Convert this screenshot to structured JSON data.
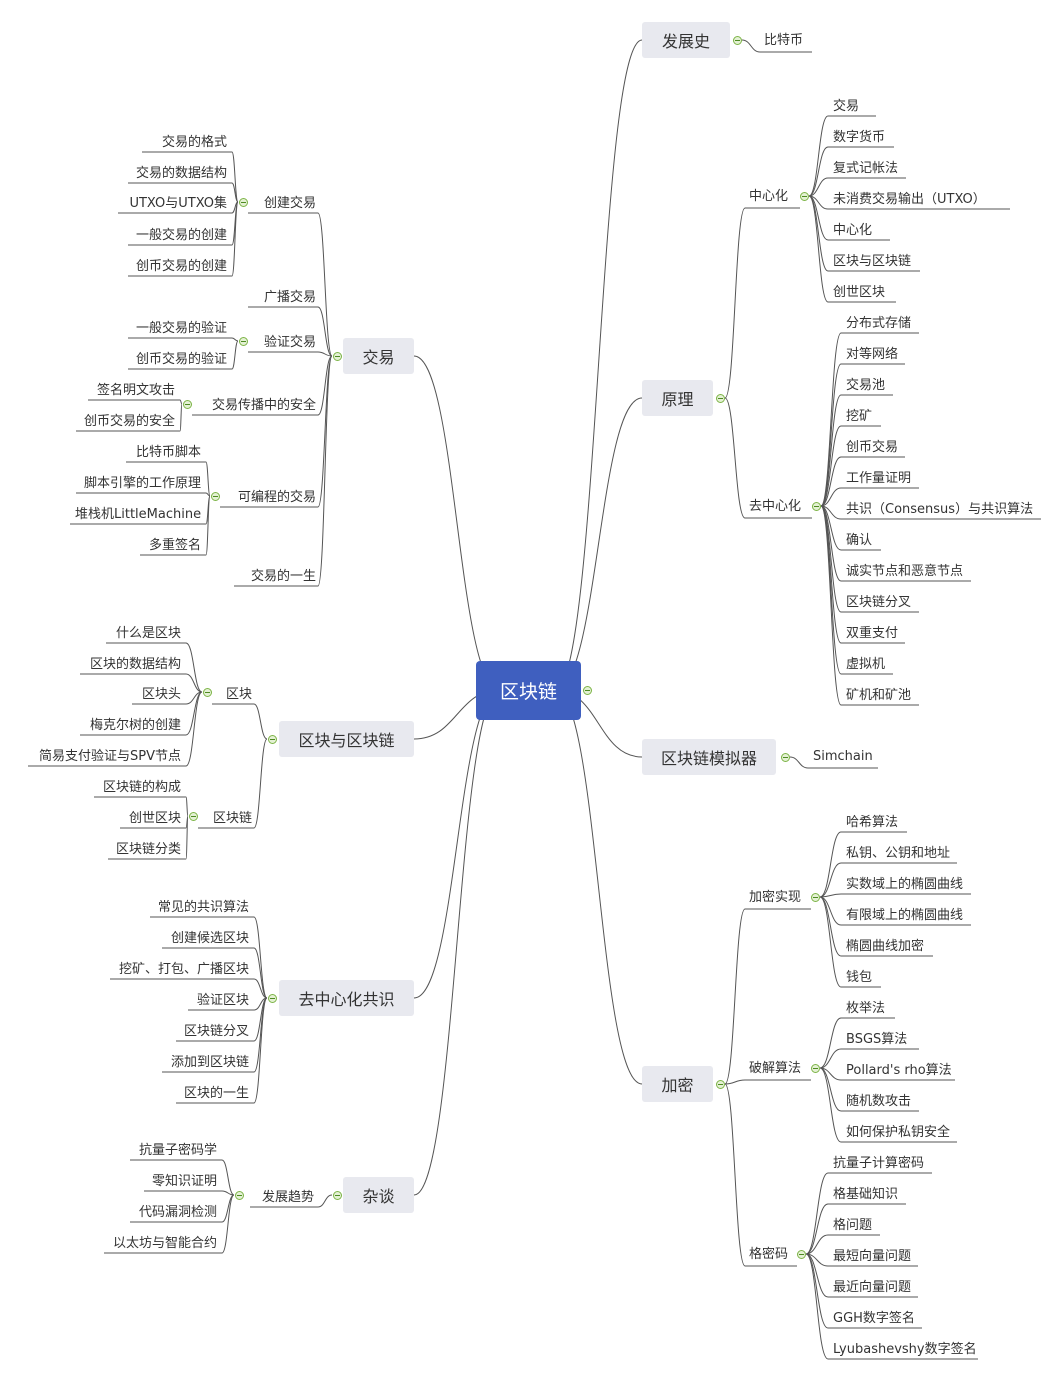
{
  "central": "区块链",
  "right": [
    {
      "label": "发展史",
      "children": [
        {
          "label": "比特币"
        }
      ]
    },
    {
      "label": "原理",
      "children": [
        {
          "label": "中心化",
          "children": [
            "交易",
            "数字货币",
            "复式记帐法",
            "未消费交易输出（UTXO）",
            "中心化",
            "区块与区块链",
            "创世区块"
          ]
        },
        {
          "label": "去中心化",
          "children": [
            "分布式存储",
            "对等网络",
            "交易池",
            "挖矿",
            "创币交易",
            "工作量证明",
            "共识（Consensus）与共识算法",
            "确认",
            "诚实节点和恶意节点",
            "区块链分叉",
            "双重支付",
            "虚拟机",
            "矿机和矿池"
          ]
        }
      ]
    },
    {
      "label": "区块链模拟器",
      "children": [
        {
          "label": "Simchain"
        }
      ]
    },
    {
      "label": "加密",
      "children": [
        {
          "label": "加密实现",
          "children": [
            "哈希算法",
            "私钥、公钥和地址",
            "实数域上的椭圆曲线",
            "有限域上的椭圆曲线",
            "椭圆曲线加密",
            "钱包"
          ]
        },
        {
          "label": "破解算法",
          "children": [
            "枚举法",
            "BSGS算法",
            "Pollard's rho算法",
            "随机数攻击",
            "如何保护私钥安全"
          ]
        },
        {
          "label": "格密码",
          "children": [
            "抗量子计算密码",
            "格基础知识",
            "格问题",
            "最短向量问题",
            "最近向量问题",
            "GGH数字签名",
            "Lyubashevshy数字签名"
          ]
        }
      ]
    }
  ],
  "left": [
    {
      "label": "交易",
      "children": [
        {
          "label": "创建交易",
          "children": [
            "交易的格式",
            "交易的数据结构",
            "UTXO与UTXO集",
            "一般交易的创建",
            "创币交易的创建"
          ]
        },
        {
          "label": "广播交易"
        },
        {
          "label": "验证交易",
          "children": [
            "一般交易的验证",
            "创币交易的验证"
          ]
        },
        {
          "label": "交易传播中的安全",
          "children": [
            "签名明文攻击",
            "创币交易的安全"
          ]
        },
        {
          "label": "可编程的交易",
          "children": [
            "比特币脚本",
            "脚本引擎的工作原理",
            "堆栈机LittleMachine",
            "多重签名"
          ]
        },
        {
          "label": "交易的一生"
        }
      ]
    },
    {
      "label": "区块与区块链",
      "children": [
        {
          "label": "区块",
          "children": [
            "什么是区块",
            "区块的数据结构",
            "区块头",
            "梅克尔树的创建",
            "简易支付验证与SPV节点"
          ]
        },
        {
          "label": "区块链",
          "children": [
            "区块链的构成",
            "创世区块",
            "区块链分类"
          ]
        }
      ]
    },
    {
      "label": "去中心化共识",
      "children": [
        {
          "label": "常见的共识算法"
        },
        {
          "label": "创建候选区块"
        },
        {
          "label": "挖矿、打包、广播区块"
        },
        {
          "label": "验证区块"
        },
        {
          "label": "区块链分叉"
        },
        {
          "label": "添加到区块链"
        },
        {
          "label": "区块的一生"
        }
      ]
    },
    {
      "label": "杂谈",
      "children": [
        {
          "label": "发展趋势",
          "children": [
            "抗量子密码学",
            "零知识证明",
            "代码漏洞检测",
            "以太坊与智能合约"
          ]
        }
      ]
    }
  ],
  "colors": {
    "central_fill": "#3f5fbf",
    "main_fill": "#e8e9ef",
    "line": "#555555",
    "toggle_fill": "#e4f1d4",
    "toggle_border": "#7db447"
  }
}
